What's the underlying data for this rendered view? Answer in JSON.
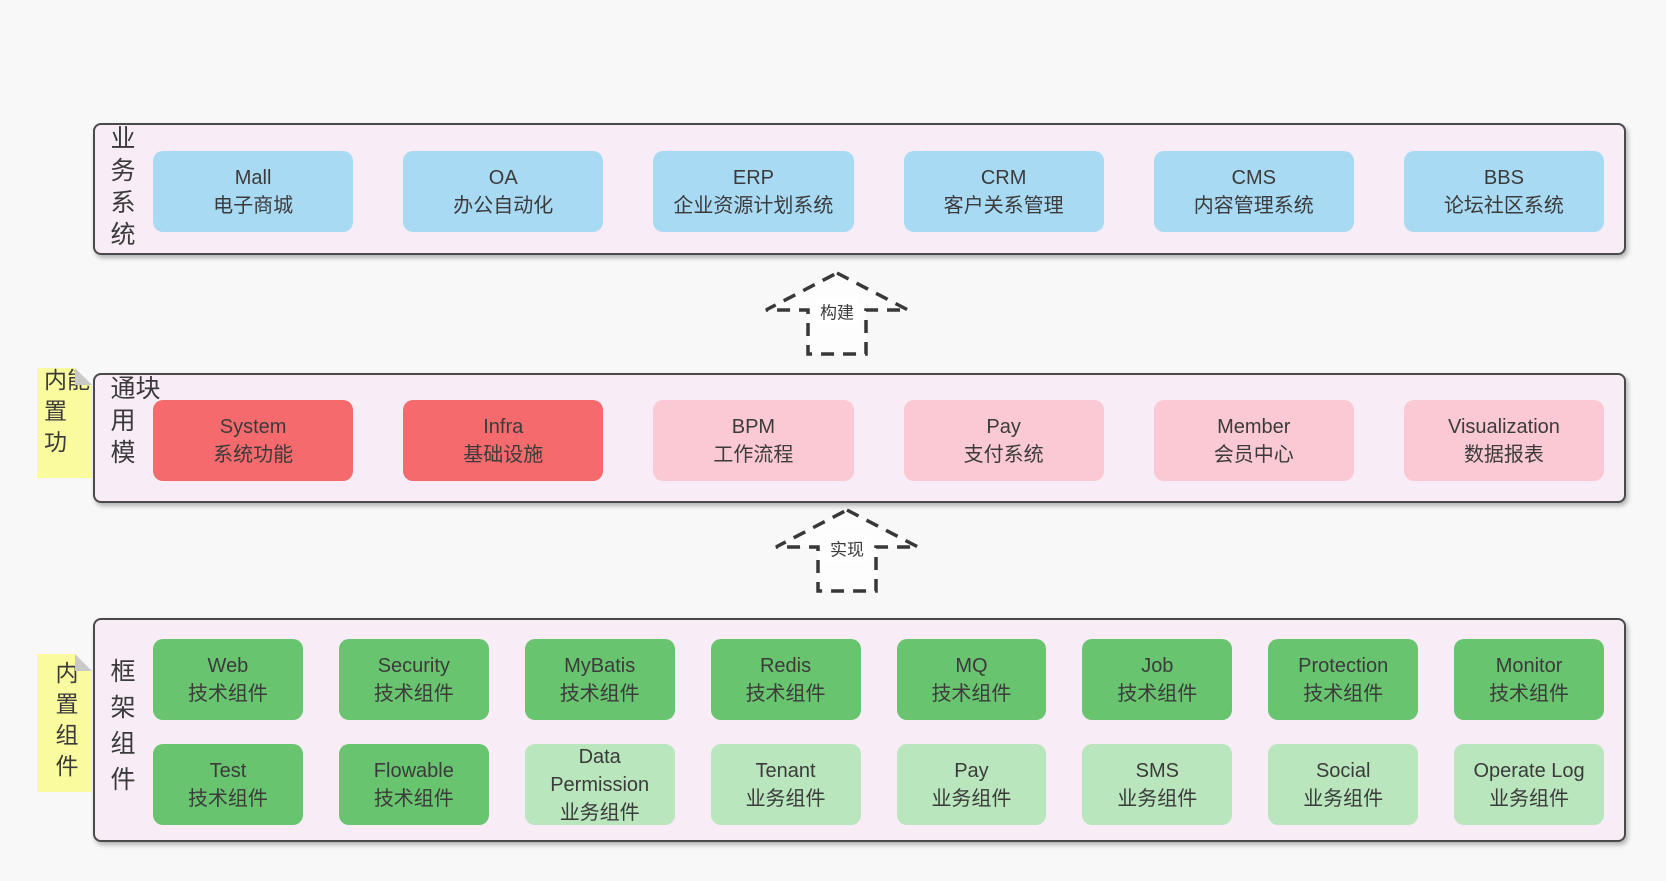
{
  "colors": {
    "page_bg": "#f8f8f8",
    "container_bg": "#f8edf6",
    "container_border": "#4a4a4a",
    "blue": "#a9daf3",
    "red": "#f56b6d",
    "pink": "#fbc9d4",
    "green_dark": "#68c46e",
    "green_light": "#b9e6bc",
    "note_bg": "#fafb9e",
    "note_fold": "#c9c9c9",
    "text": "#3a3a3a",
    "arrow": "#383838"
  },
  "business": {
    "label": "业务系统",
    "items": [
      {
        "en": "Mall",
        "zh": "电子商城",
        "type": "blue"
      },
      {
        "en": "OA",
        "zh": "办公自动化",
        "type": "blue"
      },
      {
        "en": "ERP",
        "zh": "企业资源计划系统",
        "type": "blue"
      },
      {
        "en": "CRM",
        "zh": "客户关系管理",
        "type": "blue"
      },
      {
        "en": "CMS",
        "zh": "内容管理系统",
        "type": "blue"
      },
      {
        "en": "BBS",
        "zh": "论坛社区系统",
        "type": "blue"
      }
    ]
  },
  "arrow_build": {
    "label": "构建"
  },
  "modules": {
    "label": "通用模块",
    "note": "内置功能",
    "items": [
      {
        "en": "System",
        "zh": "系统功能",
        "type": "red"
      },
      {
        "en": "Infra",
        "zh": "基础设施",
        "type": "red"
      },
      {
        "en": "BPM",
        "zh": "工作流程",
        "type": "pink"
      },
      {
        "en": "Pay",
        "zh": "支付系统",
        "type": "pink"
      },
      {
        "en": "Member",
        "zh": "会员中心",
        "type": "pink"
      },
      {
        "en": "Visualization",
        "zh": "数据报表",
        "type": "pink"
      }
    ]
  },
  "arrow_implement": {
    "label": "实现"
  },
  "components": {
    "label": "框架组件",
    "note": "内置组件",
    "row1": [
      {
        "en": "Web",
        "zh": "技术组件",
        "type": "green-dark"
      },
      {
        "en": "Security",
        "zh": "技术组件",
        "type": "green-dark"
      },
      {
        "en": "MyBatis",
        "zh": "技术组件",
        "type": "green-dark"
      },
      {
        "en": "Redis",
        "zh": "技术组件",
        "type": "green-dark"
      },
      {
        "en": "MQ",
        "zh": "技术组件",
        "type": "green-dark"
      },
      {
        "en": "Job",
        "zh": "技术组件",
        "type": "green-dark"
      },
      {
        "en": "Protection",
        "zh": "技术组件",
        "type": "green-dark"
      },
      {
        "en": "Monitor",
        "zh": "技术组件",
        "type": "green-dark"
      }
    ],
    "row2": [
      {
        "en": "Test",
        "zh": "技术组件",
        "type": "green-dark"
      },
      {
        "en": "Flowable",
        "zh": "技术组件",
        "type": "green-dark"
      },
      {
        "en": "Data Permission",
        "zh": "业务组件",
        "type": "green-light"
      },
      {
        "en": "Tenant",
        "zh": "业务组件",
        "type": "green-light"
      },
      {
        "en": "Pay",
        "zh": "业务组件",
        "type": "green-light"
      },
      {
        "en": "SMS",
        "zh": "业务组件",
        "type": "green-light"
      },
      {
        "en": "Social",
        "zh": "业务组件",
        "type": "green-light"
      },
      {
        "en": "Operate Log",
        "zh": "业务组件",
        "type": "green-light"
      }
    ]
  }
}
